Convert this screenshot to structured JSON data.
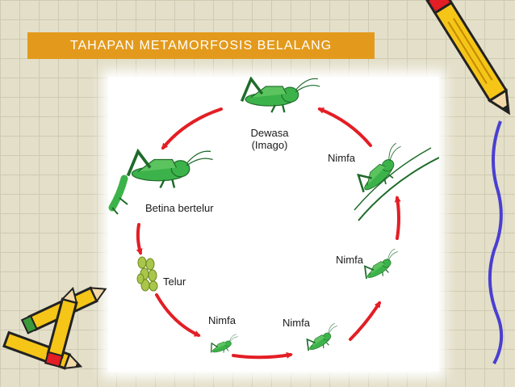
{
  "title": "TAHAPAN METAMORFOSIS BELALANG",
  "stages": {
    "dewasa_line1": "Dewasa",
    "dewasa_line2": "(Imago)",
    "betina": "Betina bertelur",
    "telur": "Telur",
    "nimfa_bottom_left": "Nimfa",
    "nimfa_bottom_middle": "Nimfa",
    "nimfa_right_lower": "Nimfa",
    "nimfa_right_upper": "Nimfa"
  },
  "colors": {
    "banner": "#e39a1c",
    "arrow": "#e31e24",
    "grasshopper": "#3cb34a",
    "eggs": "#a8c64a",
    "background": "#e3dfc9",
    "pencil_body": "#f5c518",
    "border_line": "#4a3fd1"
  },
  "decorations": [
    "pencil-icon",
    "pencils-bundle-icon",
    "wavy-border-line"
  ]
}
